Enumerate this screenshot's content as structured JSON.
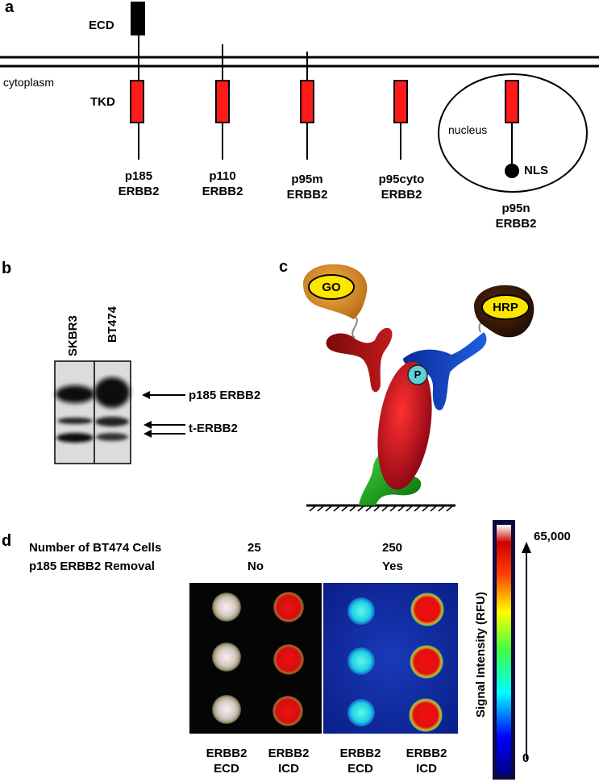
{
  "panel_a": {
    "label": "a",
    "ecd_label": "ECD",
    "cytoplasm_label": "cytoplasm",
    "tkd_label": "TKD",
    "nucleus_label": "nucleus",
    "nls_label": "NLS",
    "isoforms": [
      {
        "line1": "p185",
        "line2": "ERBB2"
      },
      {
        "line1": "p110",
        "line2": "ERBB2"
      },
      {
        "line1": "p95m",
        "line2": "ERBB2"
      },
      {
        "line1": "p95cyto",
        "line2": "ERBB2"
      },
      {
        "line1": "p95n",
        "line2": "ERBB2"
      }
    ]
  },
  "panel_b": {
    "label": "b",
    "lanes": [
      "SKBR3",
      "BT474"
    ],
    "band_labels": [
      "p185 ERBB2",
      "t-ERBB2"
    ]
  },
  "panel_c": {
    "label": "c",
    "go_label": "GO",
    "hrp_label": "HRP",
    "p_label": "P"
  },
  "panel_d": {
    "label": "d",
    "row1_label": "Number of BT474 Cells",
    "row2_label": "p185 ERBB2 Removal",
    "group1_count": "25",
    "group1_removal": "No",
    "group2_count": "250",
    "group2_removal": "Yes",
    "columns": [
      {
        "line1": "ERBB2",
        "line2": "ECD"
      },
      {
        "line1": "ERBB2",
        "line2": "ICD"
      },
      {
        "line1": "ERBB2",
        "line2": "ECD"
      },
      {
        "line1": "ERBB2",
        "line2": "ICD"
      }
    ],
    "colorbar_max": "65,000",
    "colorbar_min": "0",
    "colorbar_title": "Signal Intensity (RFU)"
  }
}
